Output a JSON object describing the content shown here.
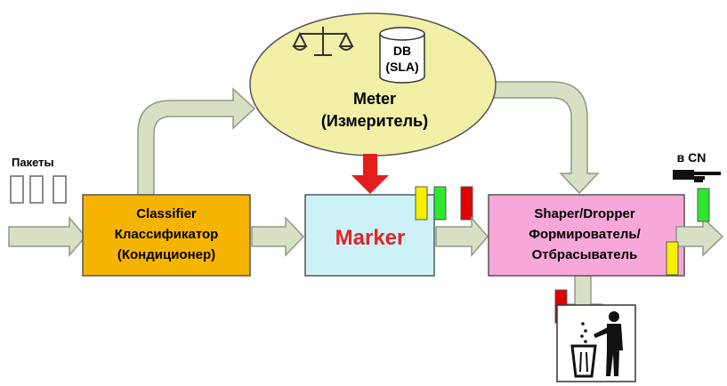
{
  "meter": {
    "title": "Meter",
    "subtitle": "(Измеритель)",
    "db_line1": "DB",
    "db_line2": "(SLA)",
    "fill": "#f2f0a6",
    "icons": [
      "scales-icon",
      "database-icon"
    ]
  },
  "input": {
    "label": "Пакеты"
  },
  "classifier": {
    "line1": "Classifier",
    "line2": "Классификатор",
    "line3": "(Кондиционер)",
    "fill": "#f5b400"
  },
  "marker": {
    "label": "Marker",
    "fill": "#ccf2f7",
    "text_color": "#e02424"
  },
  "shaper": {
    "line1": "Shaper/Dropper",
    "line2": "Формирователь/",
    "line3": "Отбрасыватель",
    "fill": "#f7a8d8"
  },
  "output": {
    "label": "в CN"
  },
  "colors": {
    "arrow_fill": "#d8e0c4",
    "arrow_stroke": "#8d9a86",
    "down_arrow": "#e31e1e",
    "packet_yellow": "#f4f000",
    "packet_green": "#2ee82e",
    "packet_red": "#e00000"
  },
  "trash": {
    "icons": [
      "trash-icon",
      "person-icon"
    ]
  }
}
